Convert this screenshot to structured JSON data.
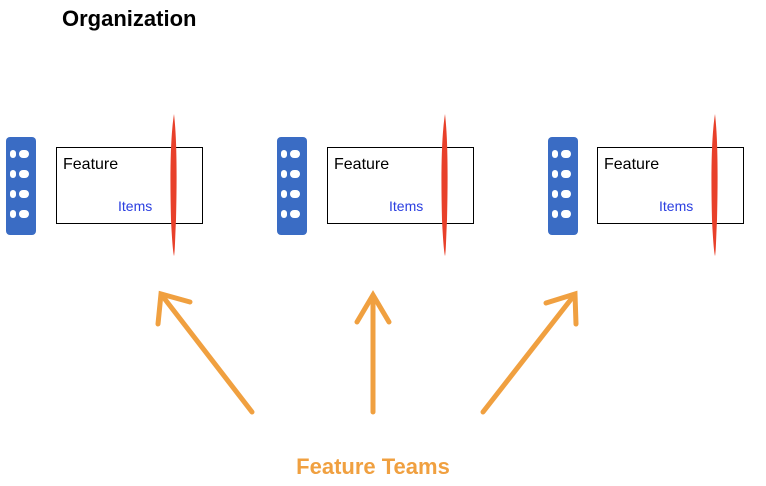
{
  "title": "Organization",
  "groups": [
    {
      "feature_label": "Feature",
      "items_label": "Items"
    },
    {
      "feature_label": "Feature",
      "items_label": "Items"
    },
    {
      "feature_label": "Feature",
      "items_label": "Items"
    }
  ],
  "caption": "Feature Teams",
  "colors": {
    "backlog": "#3a6cc4",
    "red_line": "#e8402a",
    "arrows": "#f0a040",
    "items_text": "#2a3ee0",
    "caption": "#f0a040"
  }
}
